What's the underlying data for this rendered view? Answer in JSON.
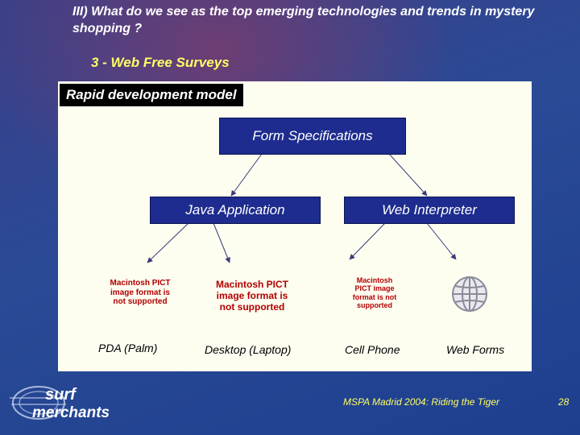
{
  "slide": {
    "title": "III) What do we see as the top emerging technologies and trends in mystery shopping ?",
    "subtitle": "3 - Web Free Surveys"
  },
  "diagram": {
    "model_label": "Rapid development model",
    "root_box": "Form Specifications",
    "child_boxes": [
      "Java Application",
      "Web Interpreter"
    ],
    "placeholders": [
      "Macintosh PICT image format is not supported",
      "Macintosh PICT image format is not supported",
      "Macintosh PICT image format is not supported"
    ],
    "devices": [
      "PDA (Palm)",
      "Desktop (Laptop)",
      "Cell Phone",
      "Web Forms"
    ],
    "icons": [
      "globe-icon"
    ]
  },
  "footer": {
    "text": "MSPA Madrid 2004: Riding the Tiger",
    "page_number": "28"
  },
  "logo": {
    "line1": "surf",
    "line2": "merchants"
  },
  "colors": {
    "title": "#ffffff",
    "subtitle": "#ffff66",
    "box_fill": "#1d2c8e",
    "panel": "#fdfdf0",
    "placeholder_text": "#b20000"
  }
}
